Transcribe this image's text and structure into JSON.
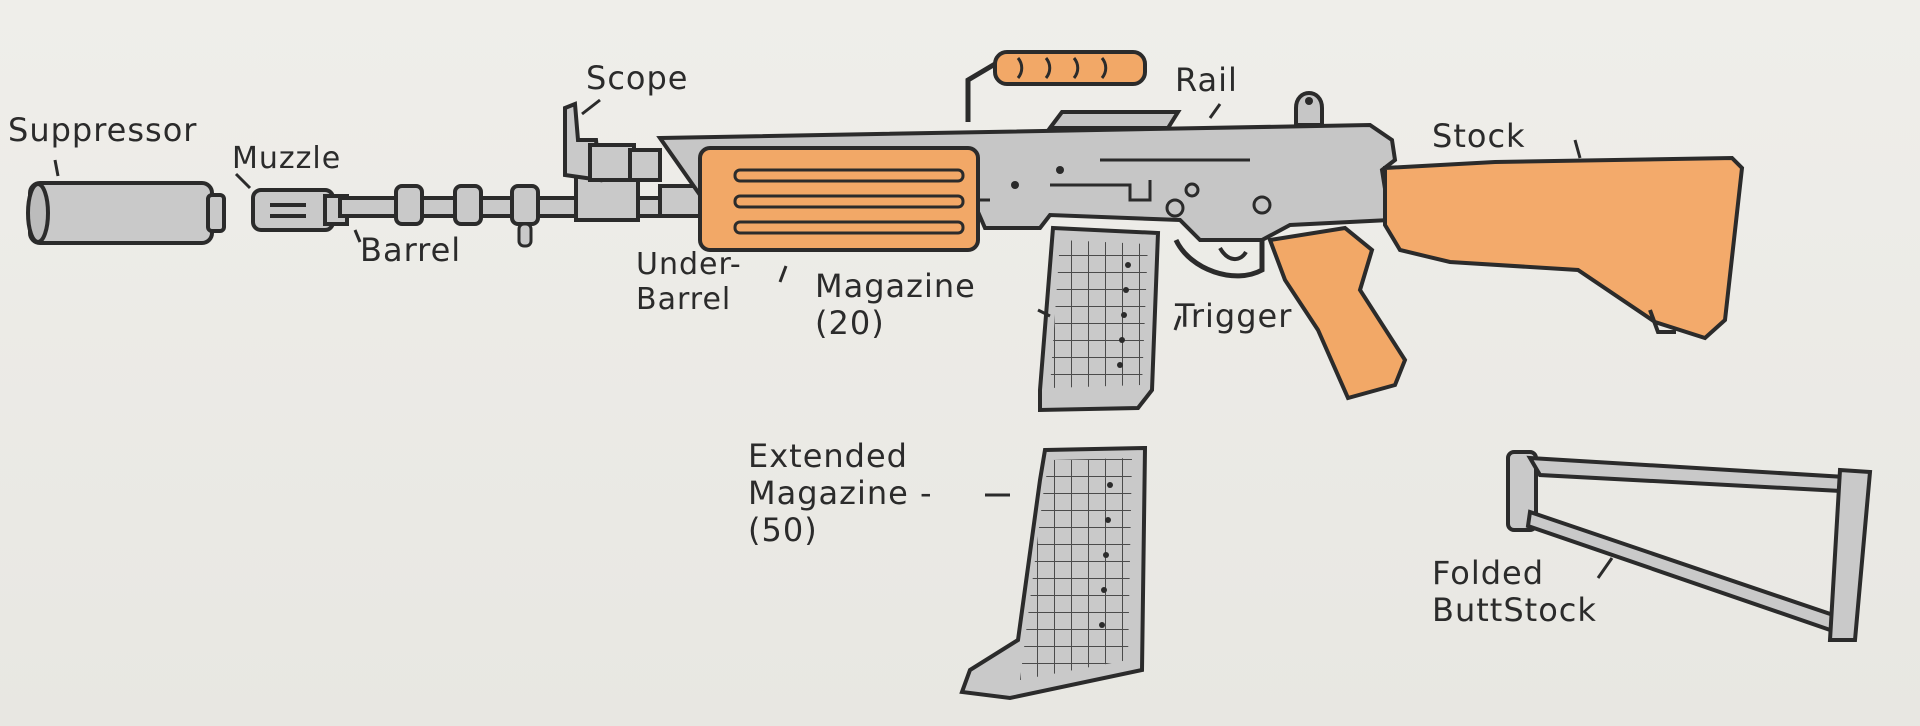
{
  "labels": {
    "suppressor": "Suppressor",
    "muzzle": "Muzzle",
    "barrel": "Barrel",
    "scope": "Scope",
    "rail": "Rail",
    "stock": "Stock",
    "underbarrel": "Under-\nBarrel",
    "magazine": "Magazine\n(20)",
    "trigger": "Trigger",
    "extended_magazine": "Extended\nMagazine -\n(50)",
    "folded_buttstock": "Folded\nButtStock"
  },
  "colors": {
    "wood": "#f2a867",
    "metal": "#c9c9c9",
    "ink": "#2b2b2b",
    "paper": "#ecebe6"
  }
}
